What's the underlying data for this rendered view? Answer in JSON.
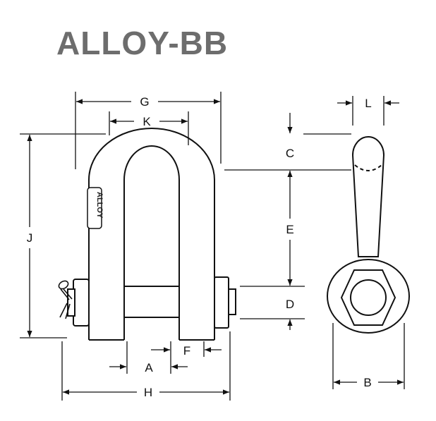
{
  "title": "ALLOY-BB",
  "stamp_text": "ALLOY",
  "dimension_labels": {
    "G": "G",
    "K": "K",
    "J": "J",
    "C": "C",
    "E": "E",
    "D": "D",
    "L": "L",
    "A": "A",
    "F": "F",
    "H": "H",
    "B": "B"
  }
}
